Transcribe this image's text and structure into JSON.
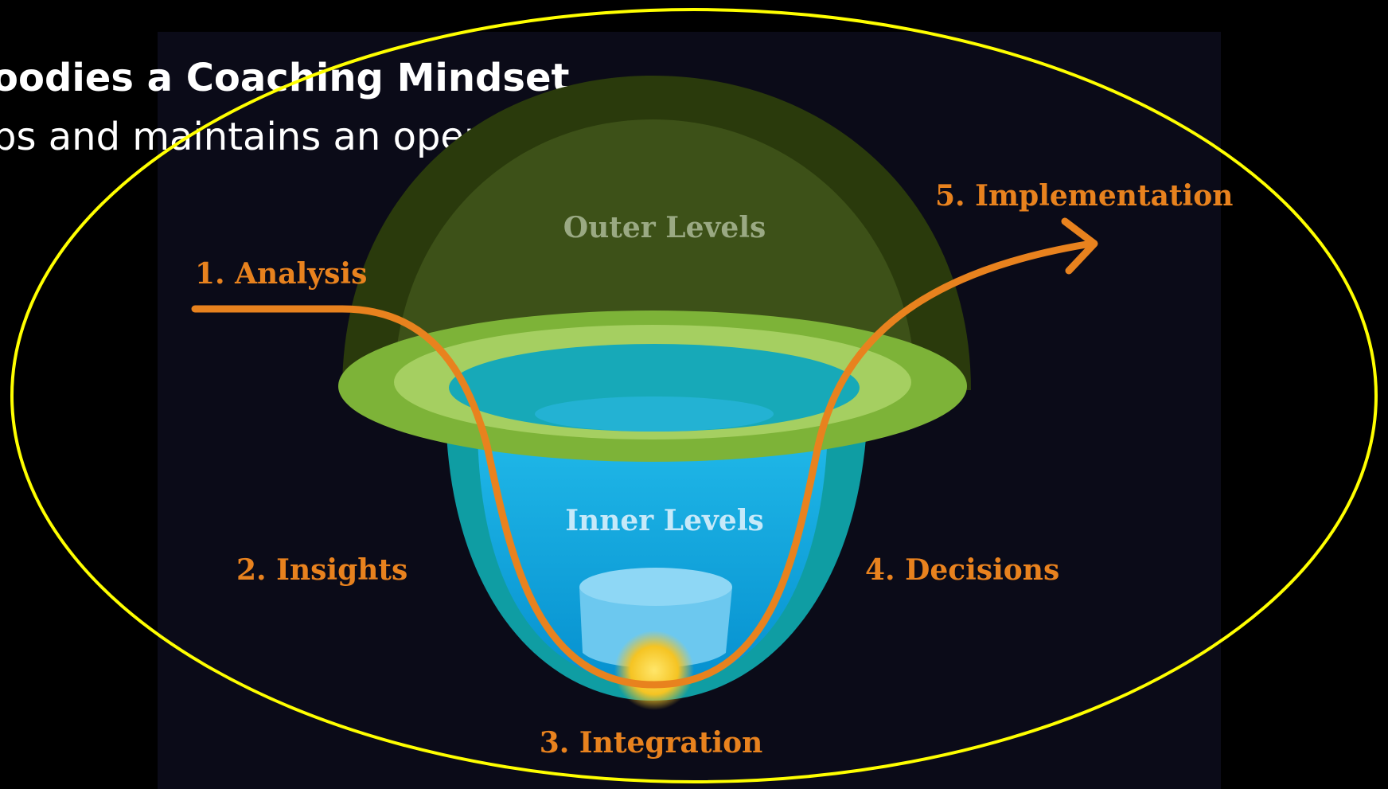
{
  "slide": {
    "heading": "oodies a Coaching Mindset",
    "subheading": "ps and maintains an open mind set"
  },
  "diagram": {
    "outer_label": "Outer Levels",
    "inner_label": "Inner Levels",
    "stages": [
      {
        "label": "1. Analysis"
      },
      {
        "label": "2. Insights"
      },
      {
        "label": "3. Integration"
      },
      {
        "label": "4. Decisions"
      },
      {
        "label": "5. Implementation"
      }
    ]
  },
  "colors": {
    "background": "#000000",
    "panel": "#0b0b18",
    "path": "#e8821e",
    "highlight": "#ffff00",
    "dome": "#2a3a0c",
    "ring": "#7fb339",
    "bowl": "#0aa0d8"
  }
}
